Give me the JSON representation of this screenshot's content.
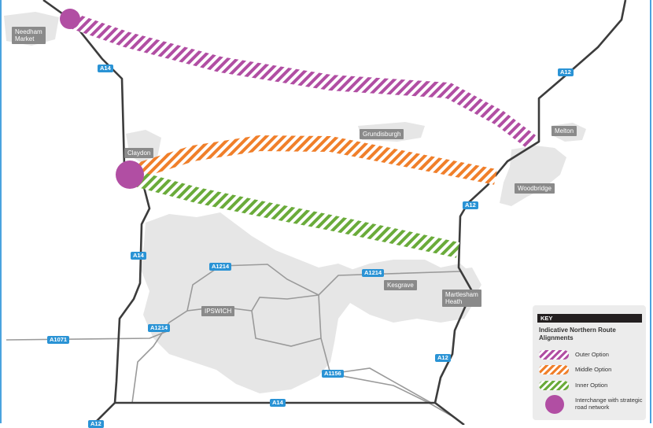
{
  "places": {
    "needham_market": "Needham\nMarket",
    "claydon": "Claydon",
    "grundisburgh": "Grundisburgh",
    "melton": "Melton",
    "woodbridge": "Woodbridge",
    "ipswich": "IPSWICH",
    "kesgrave": "Kesgrave",
    "martlesham_heath": "Martlesham\nHeath"
  },
  "roads": {
    "a14_north": "A14",
    "a14_mid": "A14",
    "a14_south": "A14",
    "a12_north": "A12",
    "a12_mid": "A12",
    "a12_south": "A12",
    "a1214_west": "A1214",
    "a1214_east": "A1214",
    "a1214_ipswich": "A1214",
    "a1071": "A1071",
    "a1156": "A1156",
    "a12_corner": "A12"
  },
  "key": {
    "heading": "KEY",
    "subheading": "Indicative Northern Route Alignments",
    "outer_label": "Outer Option",
    "middle_label": "Middle Option",
    "inner_label": "Inner Option",
    "interchange_label": "Interchange with strategic road network"
  },
  "colors": {
    "outer": "#b14ea3",
    "middle": "#f07f2a",
    "inner": "#6aab3a",
    "road": "#2a93d5",
    "interchange": "#b14ea3"
  }
}
